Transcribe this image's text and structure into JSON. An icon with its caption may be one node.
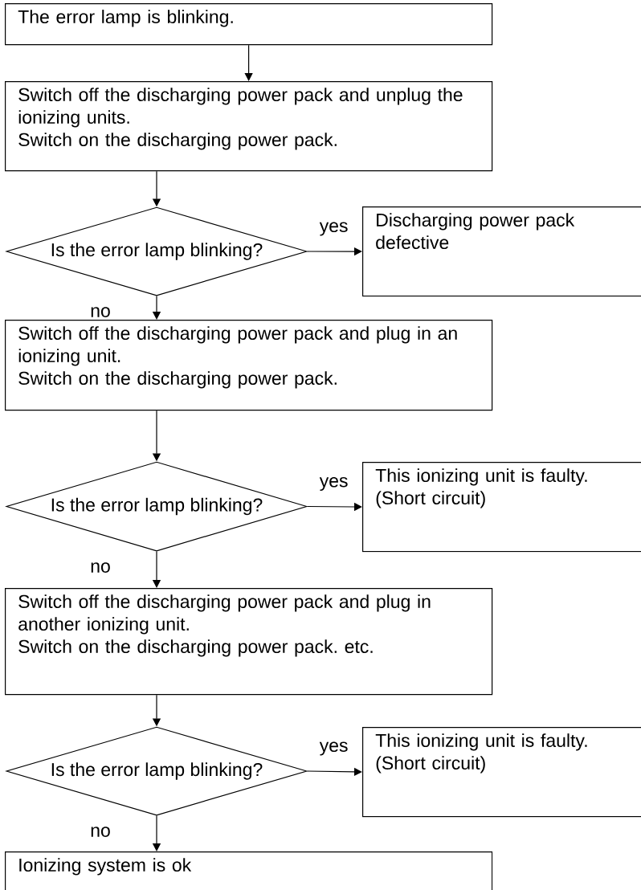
{
  "diagram": {
    "nodes": [
      {
        "text": [
          "The error lamp is blinking."
        ]
      },
      {
        "text": [
          "Switch off the discharging power pack and unplug the ionizing units.",
          "Switch on the discharging power pack."
        ]
      },
      {
        "text": [
          "Is the error lamp blinking?"
        ]
      },
      {
        "text": [
          "Discharging power pack defective"
        ]
      },
      {
        "text": [
          "Switch off the discharging power pack and plug in an ionizing unit.",
          "Switch on the discharging power pack."
        ]
      },
      {
        "text": [
          "Is the error lamp blinking?"
        ]
      },
      {
        "text": [
          "This ionizing unit is faulty. (Short circuit)"
        ]
      },
      {
        "text": [
          "Switch off the discharging power pack and plug in another ionizing unit.",
          "Switch on the discharging power pack. etc."
        ]
      },
      {
        "text": [
          "Is the error lamp blinking?"
        ]
      },
      {
        "text": [
          "This ionizing unit is faulty. (Short circuit)"
        ]
      },
      {
        "text": [
          "Ionizing system is ok"
        ]
      }
    ],
    "edges": [
      {
        "from": 0,
        "to": 1,
        "arrow": "to"
      },
      {
        "from": 1,
        "to": 2,
        "arrow": "to"
      },
      {
        "from": 2,
        "to": 3,
        "arrow": "to",
        "label": "yes"
      },
      {
        "from": 2,
        "to": 4,
        "arrow": "to",
        "label": "no"
      },
      {
        "from": 4,
        "to": 5,
        "arrow": "to"
      },
      {
        "from": 5,
        "to": 6,
        "arrow": "to",
        "label": "yes"
      },
      {
        "from": 5,
        "to": 7,
        "arrow": "to",
        "label": "no"
      },
      {
        "from": 7,
        "to": 8,
        "arrow": "to"
      },
      {
        "from": 8,
        "to": 9,
        "arrow": "to",
        "label": "yes"
      },
      {
        "from": 8,
        "to": 10,
        "arrow": "to",
        "label": "no"
      }
    ]
  }
}
